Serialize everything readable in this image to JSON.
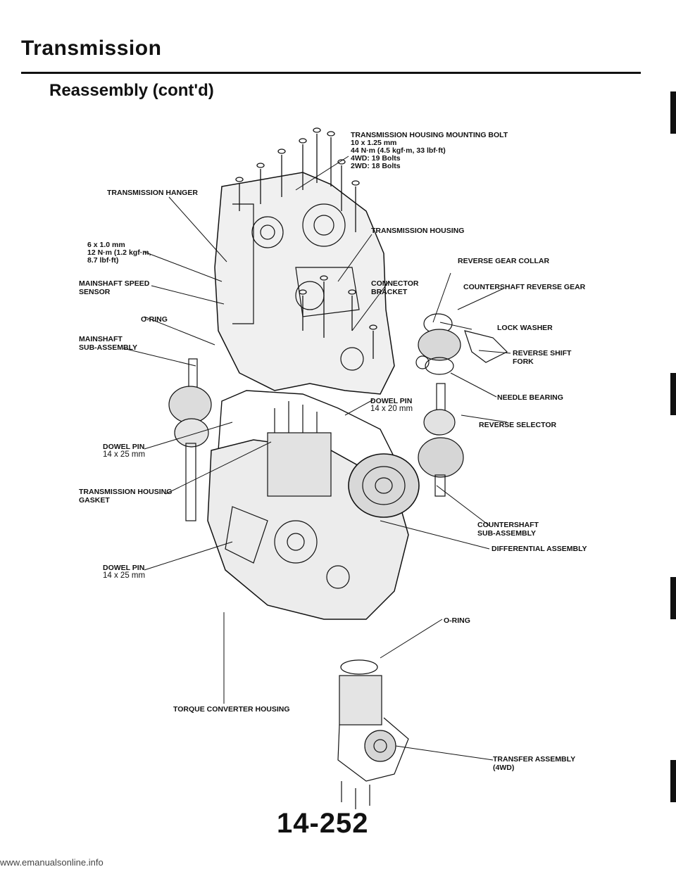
{
  "header": {
    "title": "Transmission",
    "subtitle": "Reassembly (cont'd)"
  },
  "labels": {
    "housing_bolt": {
      "name": "TRANSMISSION HOUSING MOUNTING BOLT",
      "size": "10 x 1.25 mm",
      "torque": "44 N·m (4.5 kgf·m, 33 lbf·ft)",
      "bolts_4wd": "4WD: 19 Bolts",
      "bolts_2wd": "2WD: 18 Bolts"
    },
    "hanger": "TRANSMISSION HANGER",
    "hanger_bolt": {
      "size": "6 x 1.0 mm",
      "torque_line1": "12 N·m (1.2 kgf·m,",
      "torque_line2": "8.7 lbf·ft)"
    },
    "housing": "TRANSMISSION HOUSING",
    "reverse_gear_collar": "REVERSE GEAR COLLAR",
    "mainshaft_speed_sensor_1": "MAINSHAFT SPEED",
    "mainshaft_speed_sensor_2": "SENSOR",
    "connector_bracket_1": "CONNECTOR",
    "connector_bracket_2": "BRACKET",
    "countershaft_reverse_gear": "COUNTERSHAFT REVERSE GEAR",
    "o_ring_top": "O-RING",
    "lock_washer": "LOCK WASHER",
    "mainshaft_sub_1": "MAINSHAFT",
    "mainshaft_sub_2": "SUB-ASSEMBLY",
    "reverse_shift_fork_1": "REVERSE SHIFT",
    "reverse_shift_fork_2": "FORK",
    "needle_bearing": "NEEDLE BEARING",
    "dowel_pin_mid": {
      "name": "DOWEL PIN",
      "size": "14 x 20 mm"
    },
    "reverse_selector": "REVERSE SELECTOR",
    "dowel_pin_left": {
      "name": "DOWEL PIN",
      "size": "14 x 25 mm"
    },
    "gasket_1": "TRANSMISSION HOUSING",
    "gasket_2": "GASKET",
    "countershaft_sub_1": "COUNTERSHAFT",
    "countershaft_sub_2": "SUB-ASSEMBLY",
    "differential": "DIFFERENTIAL ASSEMBLY",
    "dowel_pin_lower": {
      "name": "DOWEL PIN",
      "size": "14 x 25 mm"
    },
    "o_ring_bottom": "O-RING",
    "torque_converter_housing": "TORQUE CONVERTER HOUSING",
    "transfer_1": "TRANSFER ASSEMBLY",
    "transfer_2": "(4WD)"
  },
  "footer": {
    "page_number": "14-252",
    "url": "www.emanualsonline.info"
  }
}
